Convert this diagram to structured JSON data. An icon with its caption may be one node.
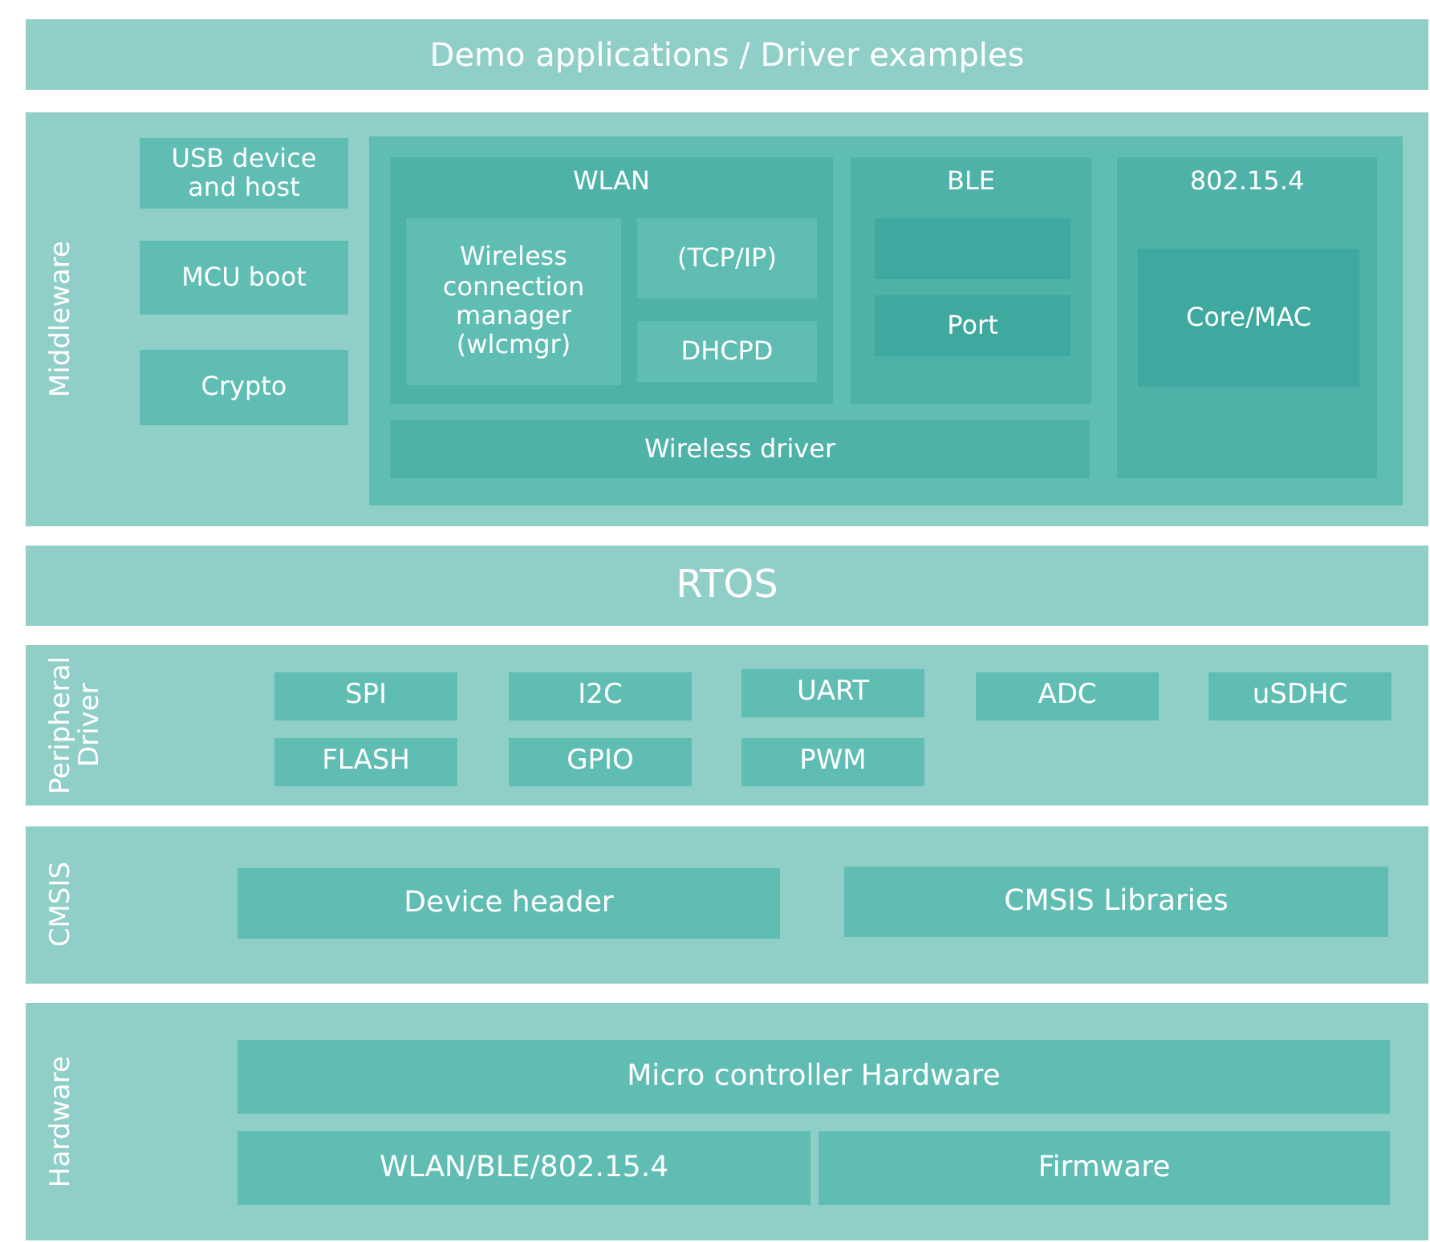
{
  "diagram": {
    "nodes": [
      {
        "text": [
          "Demo applications / Driver examples"
        ]
      },
      {
        "text": [
          "Middleware"
        ]
      },
      {
        "text": [
          "USB device and host"
        ],
        "in": 1
      },
      {
        "text": [
          "MCU boot"
        ],
        "in": 1
      },
      {
        "text": [
          "Crypto"
        ],
        "in": 1
      },
      {
        "text": [],
        "shape": "box",
        "in": 1
      },
      {
        "text": [
          "WLAN"
        ],
        "in": 5
      },
      {
        "text": [
          "Wireless connection manager (wlcmgr)"
        ],
        "in": 6
      },
      {
        "text": [
          "(TCP/IP)"
        ],
        "in": 6
      },
      {
        "text": [
          "DHCPD"
        ],
        "in": 6
      },
      {
        "text": [
          "Wireless driver"
        ],
        "in": 5
      },
      {
        "text": [
          "BLE"
        ],
        "in": 5
      },
      {
        "text": [],
        "shape": "box",
        "in": 11
      },
      {
        "text": [
          "Port"
        ],
        "in": 11
      },
      {
        "text": [
          "802.15.4"
        ],
        "in": 5
      },
      {
        "text": [
          "Core/MAC"
        ],
        "in": 14
      },
      {
        "text": [
          "RTOS"
        ]
      },
      {
        "text": [
          "Peripheral Driver"
        ]
      },
      {
        "text": [
          "SPI"
        ],
        "in": 17
      },
      {
        "text": [
          "I2C"
        ],
        "in": 17
      },
      {
        "text": [
          "UART"
        ],
        "in": 17
      },
      {
        "text": [
          "ADC"
        ],
        "in": 17
      },
      {
        "text": [
          "uSDHC"
        ],
        "in": 17
      },
      {
        "text": [
          "FLASH"
        ],
        "in": 17
      },
      {
        "text": [
          "GPIO"
        ],
        "in": 17
      },
      {
        "text": [
          "PWM"
        ],
        "in": 17
      },
      {
        "text": [
          "CMSIS"
        ]
      },
      {
        "text": [
          "Device header"
        ],
        "in": 26
      },
      {
        "text": [
          "CMSIS Libraries"
        ],
        "in": 26
      },
      {
        "text": [
          "Hardware"
        ]
      },
      {
        "text": [
          "Micro controller Hardware"
        ],
        "in": 29
      },
      {
        "text": [
          "WLAN/BLE/802.15.4"
        ],
        "in": 29
      },
      {
        "text": [
          "Firmware"
        ],
        "in": 29
      }
    ]
  }
}
